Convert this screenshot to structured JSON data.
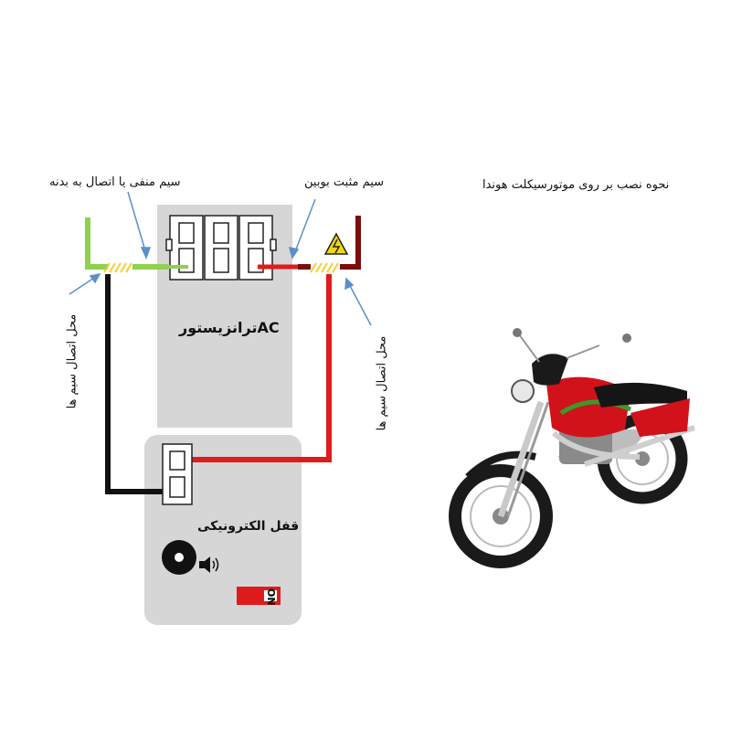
{
  "title": "نحوه نصب بر روی موتورسیکلت هوندا",
  "labels": {
    "negative_wire": "سیم منفی یا اتصال به بدنه",
    "positive_wire": "سیم مثبت بوبین",
    "connection_left": "محل اتصال سیم ها",
    "connection_right": "محل اتصال سیم ها",
    "transistor": "ترانزیستورAC",
    "lock": "قفل الکترونیکی",
    "switch": "ON"
  },
  "colors": {
    "negative_wire": "#8fd14f",
    "positive_wire": "#e01b1b",
    "ground_wire": "#111111",
    "panel": "#d6d6d6",
    "arrow": "#5b8fc9",
    "solder": "#f2d027"
  },
  "icons": {
    "warning": "high-voltage-warning-icon",
    "speaker": "speaker-icon",
    "toggle": "on-switch-icon"
  }
}
